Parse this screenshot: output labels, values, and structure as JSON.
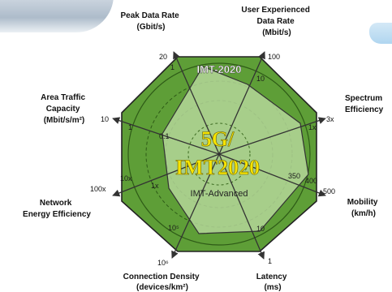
{
  "axes": [
    {
      "id": "peak-data-rate",
      "label": [
        "Peak Data Rate",
        "(Gbit/s)"
      ],
      "outer": "20",
      "inner": "1"
    },
    {
      "id": "user-experienced-data-rate",
      "label": [
        "User Experienced",
        "Data Rate",
        "(Mbit/s)"
      ],
      "outer": "100",
      "inner": "10"
    },
    {
      "id": "spectrum-efficiency",
      "label": [
        "Spectrum",
        "Efficiency"
      ],
      "outer": "3x",
      "inner": "1x"
    },
    {
      "id": "mobility",
      "label": [
        "Mobility",
        "(km/h)"
      ],
      "outer": "500",
      "inner": "350",
      "inner2": "400"
    },
    {
      "id": "latency",
      "label": [
        "Latency",
        "(ms)"
      ],
      "outer": "1",
      "inner": "10"
    },
    {
      "id": "connection-density",
      "label": [
        "Connection Density",
        "(devices/km²)"
      ],
      "outer": "10⁶",
      "inner": "10⁵"
    },
    {
      "id": "network-energy-efficiency",
      "label": [
        "Network",
        "Energy Efficiency"
      ],
      "outer": "100x",
      "inner": "1x"
    },
    {
      "id": "area-traffic-capacity",
      "label": [
        "Area Traffic",
        "Capacity",
        "(Mbit/s/m²)"
      ],
      "outer": "10",
      "inner": "1",
      "inner2": "0.1"
    }
  ],
  "labels": {
    "imt2020": "IMT-2020",
    "imt_advanced": "IMT-Advanced",
    "center_line1": "5G/",
    "center_line2": "IMT2020"
  },
  "extra_ticks": {
    "x10": "10x"
  },
  "colors": {
    "dark_green": "#5e9e37",
    "mid_green": "#8bbf63",
    "light_green": "#b7d89c",
    "center_text": "#f7e400",
    "outline": "#2f2f2f"
  }
}
